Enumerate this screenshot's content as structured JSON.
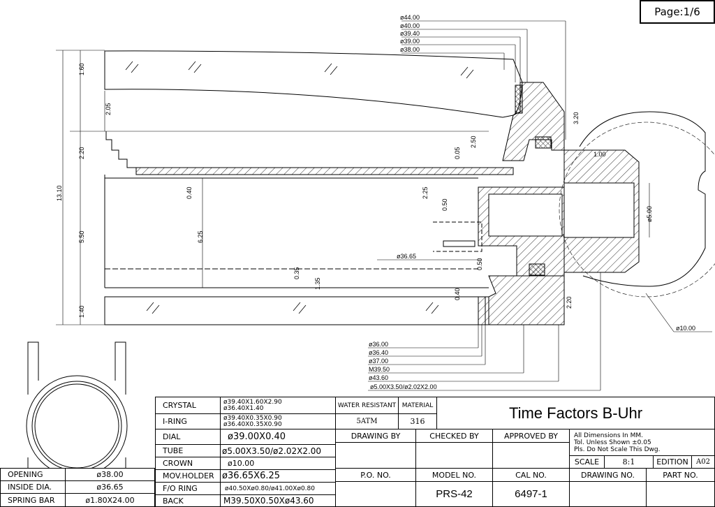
{
  "page": "Page:1/6",
  "dimensions": {
    "top": [
      "ø44.00",
      "ø40.00",
      "ø39.40",
      "ø39.00",
      "ø38.00"
    ],
    "bottom": [
      "ø36.00",
      "ø36.40",
      "ø37.00",
      "M39.50",
      "ø43.60",
      "ø5.00X3.50/ø2.02X2.00"
    ],
    "crystal_h": "1.60",
    "gap": "2.05",
    "dial_step": "2.20",
    "total": "13.10",
    "movement": "5.50",
    "holder": "6.25",
    "dial_t": "0.40",
    "ring_t": "0.35",
    "holder_gap": "1.35",
    "back_t": "1.40",
    "rehaut": "2.50",
    "dial_gap": "0.05",
    "tube_h": "2.25",
    "tube_top": "0.50",
    "tube_bot": "0.50",
    "back_step": "0.40",
    "crown_top": "3.20",
    "crown_bot": "2.20",
    "crown_gap": "1.00",
    "crown_hole": "ø5.00",
    "holder_dia": "ø36.65",
    "crown_dia": "ø10.00"
  },
  "left_table": [
    {
      "label": "OPENING",
      "value": "ø38.00"
    },
    {
      "label": "INSIDE DIA.",
      "value": "ø36.65"
    },
    {
      "label": "SPRING BAR",
      "value": "ø1.80X24.00"
    }
  ],
  "parts": [
    {
      "label": "CRYSTAL",
      "value": [
        "ø39.40X1.60X2.90",
        "ø36.40X1.40"
      ]
    },
    {
      "label": "I-RING",
      "value": [
        "ø39.40X0.35X0.90",
        "ø36.40X0.35X0.90"
      ]
    },
    {
      "label": "DIAL",
      "value": "ø39.00X0.40"
    },
    {
      "label": "TUBE",
      "value": "ø5.00X3.50/ø2.02X2.00"
    },
    {
      "label": "CROWN",
      "value": "ø10.00"
    },
    {
      "label": "MOV.HOLDER",
      "value": "ø36.65X6.25"
    },
    {
      "label": "F/O RING",
      "value": "ø40.50Xø0.80/ø41.00Xø0.80"
    },
    {
      "label": "BACK",
      "value": "M39.50X0.50Xø43.60"
    }
  ],
  "specs": {
    "water_resistant_label": "WATER RESISTANT",
    "water_resistant": "5ATM",
    "material_label": "MATERIAL",
    "material": "316"
  },
  "title": "Time Factors B-Uhr",
  "signoff": {
    "drawing_by": "DRAWING BY",
    "checked_by": "CHECKED BY",
    "approved_by": "APPROVED BY"
  },
  "notes": [
    "All Dimensions In MM.",
    "Tol. Unless Shown ±0.05",
    "Pls. Do Not Scale This Dwg."
  ],
  "scale_label": "SCALE",
  "scale": "8:1",
  "edition_label": "EDITION",
  "edition": "A02",
  "ids": {
    "po_label": "P.O. NO.",
    "model_label": "MODEL NO.",
    "model": "PRS-42",
    "cal_label": "CAL NO.",
    "cal": "6497-1",
    "drawing_no_label": "DRAWING NO.",
    "part_no_label": "PART NO."
  }
}
